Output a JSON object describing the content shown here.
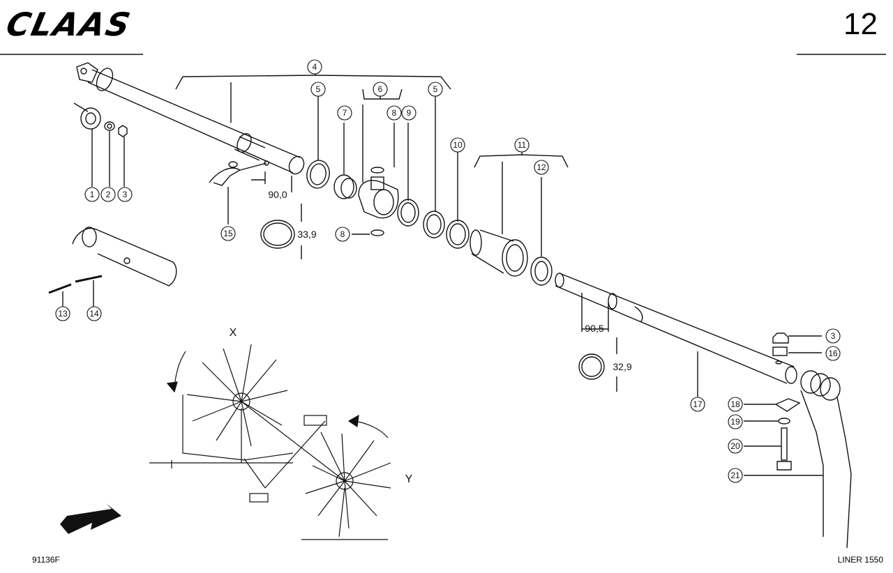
{
  "header": {
    "brand": "CLAAS",
    "page_number": "12"
  },
  "footer": {
    "drawing_code": "91136F",
    "model": "LINER 1550"
  },
  "callouts": [
    "1",
    "2",
    "3",
    "3",
    "4",
    "5",
    "5",
    "6",
    "7",
    "8",
    "8",
    "9",
    "10",
    "11",
    "12",
    "13",
    "14",
    "15",
    "16",
    "17",
    "18",
    "19",
    "20",
    "21"
  ],
  "dimensions": [
    "90,0",
    "33,9",
    "90,5",
    "32,9"
  ],
  "view_labels": [
    "X",
    "Y"
  ]
}
